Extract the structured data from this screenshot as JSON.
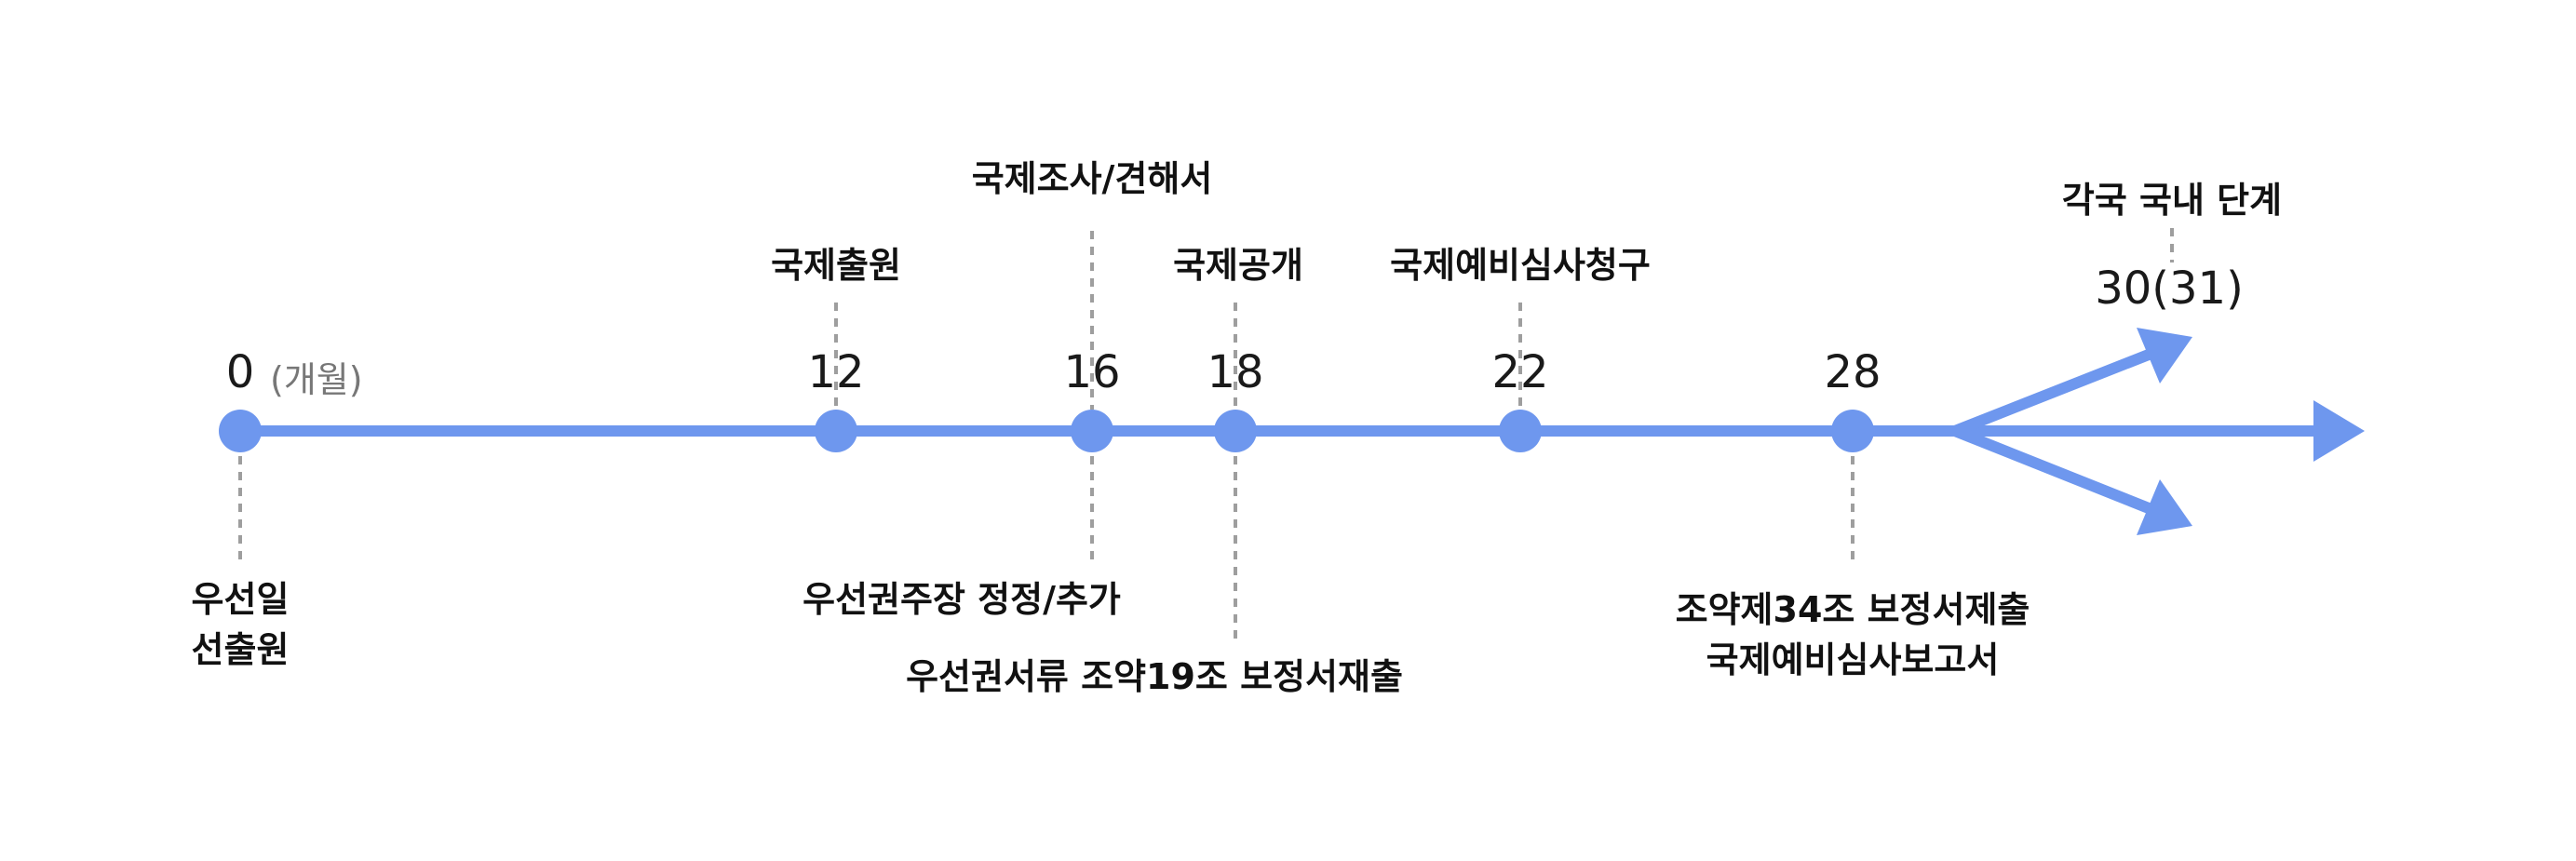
{
  "colors": {
    "line": "#6e97ee",
    "dash": "#9e9e9e",
    "text": "#111111",
    "unit": "#777777"
  },
  "unit_label": "(개월)",
  "milestones": [
    {
      "month": "0",
      "bottom_lines": [
        "우선일",
        "선출원"
      ]
    },
    {
      "month": "12",
      "top_label": "국제출원"
    },
    {
      "month": "16",
      "top_label": "국제조사/견해서",
      "bottom_lines": [
        "우선권주장 정정/추가"
      ]
    },
    {
      "month": "18",
      "top_label": "국제공개",
      "bottom_lines": [
        "우선권서류 조약19조 보정서재출"
      ]
    },
    {
      "month": "22",
      "top_label": "국제예비심사청구"
    },
    {
      "month": "28",
      "bottom_lines": [
        "조약제34조 보정서제출",
        "국제예비심사보고서"
      ]
    }
  ],
  "national_phase": {
    "month": "30(31)",
    "label": "각국 국내 단계"
  }
}
